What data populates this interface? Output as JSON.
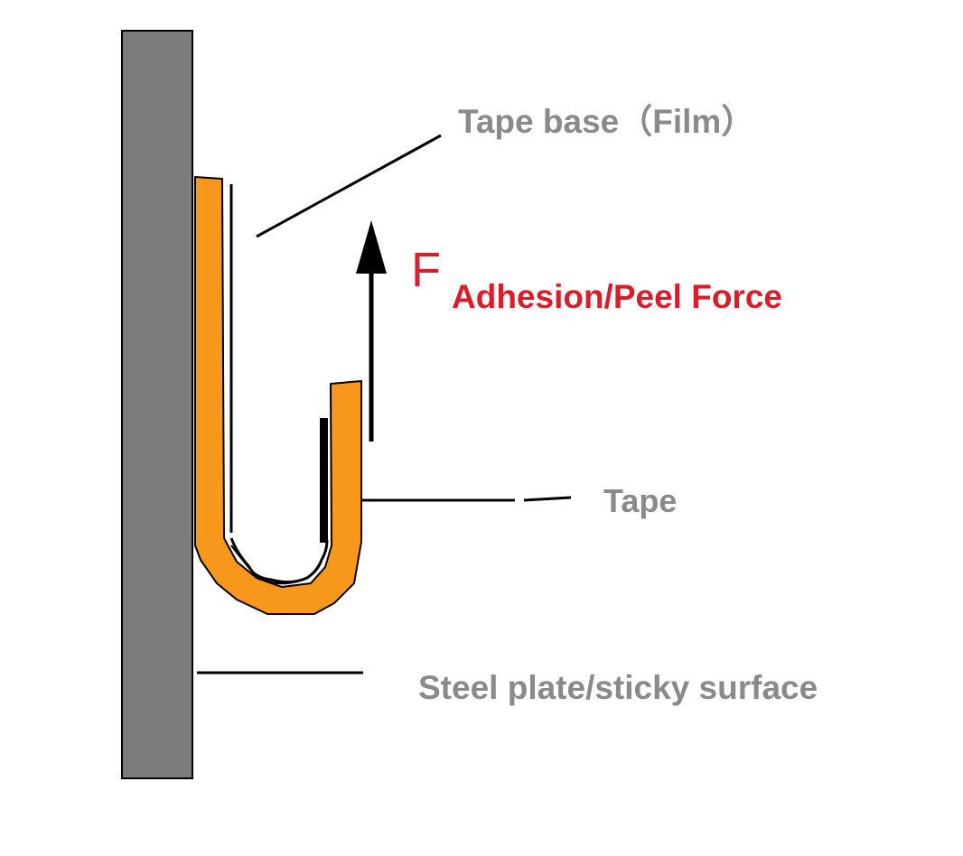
{
  "labels": {
    "tape_base": "Tape base（Film）",
    "force_symbol": "F",
    "force_subscript": "Adhesion/Peel Force",
    "tape": "Tape",
    "steel_plate": "Steel plate/sticky surface"
  },
  "colors": {
    "plate_fill": "#7b7b7b",
    "tape_fill": "#f7981d",
    "label_gray": "#8a8a8a",
    "label_red": "#d81e2a",
    "line": "#000000"
  }
}
